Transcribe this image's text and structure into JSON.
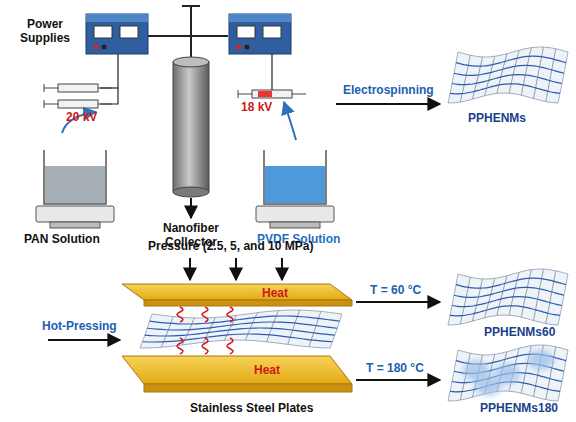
{
  "diagram": {
    "labels": [
      "Power Supplies",
      "20 kV",
      "PAN Solution",
      "Nanofiber Collector",
      "18 kV",
      "PVDF Solution",
      "Electrospinning",
      "PPHENMs",
      "Pressure (2.5, 5, and 10 MPa)",
      "Hot-Pressing",
      "Heat",
      "Heat",
      "T = 60 °C",
      "PPHENMs60",
      "T = 180 °C",
      "PPHENMs180",
      "Stainless Steel Plates"
    ]
  }
}
